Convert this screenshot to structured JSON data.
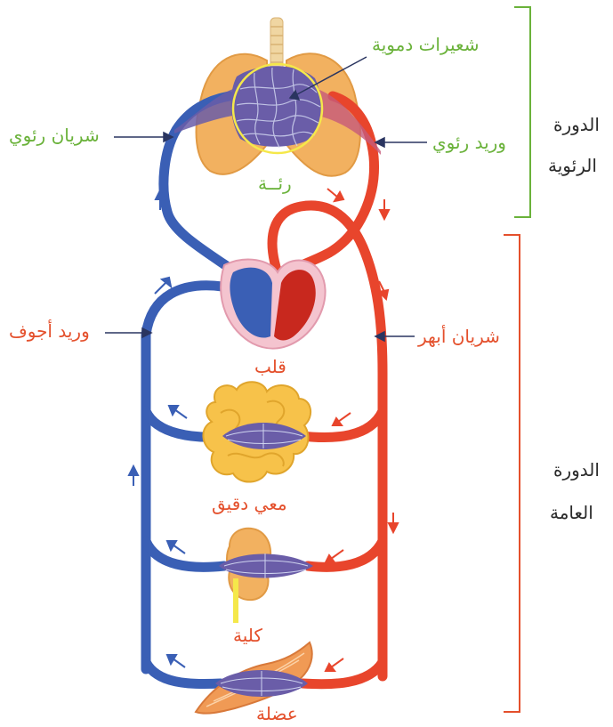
{
  "labels": {
    "capillaries": "شعيرات دموية",
    "pulmonary_artery": "شريان رئوي",
    "pulmonary_vein": "وريد رئوي",
    "lung": "رئــة",
    "pulmonary_circuit_line1": "الدورة",
    "pulmonary_circuit_line2": "الرئوية",
    "vena_cava": "وريد أجوف",
    "aorta": "شريان أبهر",
    "heart": "قلب",
    "small_intestine": "معي دقيق",
    "kidney": "كلية",
    "muscle": "عضلة",
    "systemic_circuit_line1": "الدورة",
    "systemic_circuit_line2": "العامة"
  },
  "colors": {
    "oxygenated_blood": "#e8452c",
    "deoxygenated_blood": "#3a5fb5",
    "pulmonary_label": "#6ab23a",
    "systemic_label": "#e4502c",
    "organ_label": "#e4502c",
    "lung_fill": "#f2b160",
    "heart_fill": "#f4c4cf",
    "capillary_fill": "#6a5da8",
    "capillary_highlight": "#f5e84a",
    "intestine_fill": "#f7c24a"
  }
}
